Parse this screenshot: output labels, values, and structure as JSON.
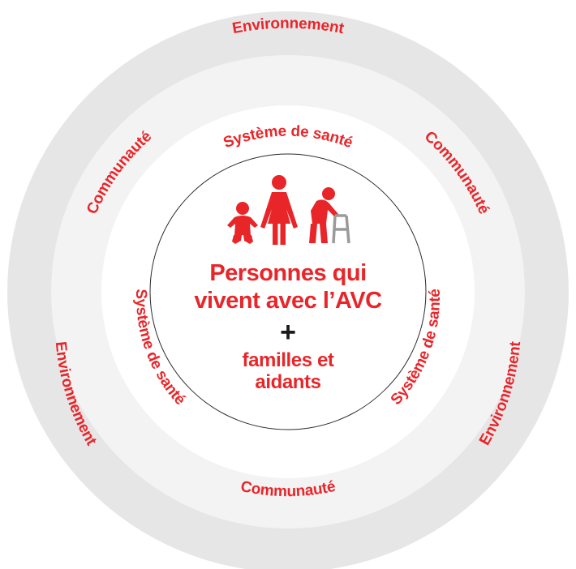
{
  "colors": {
    "accent": "#e8262a",
    "outer_ring": "#e6e6e7",
    "middle_ring": "#f3f3f3",
    "inner_ring": "#ffffff",
    "walker": "#9a9a9a",
    "plus": "#1a1a1a"
  },
  "labels": {
    "environnement": "Environnement",
    "communaute": "Communauté",
    "systeme_sante": "Système de santé"
  },
  "center": {
    "title_line1": "Personnes qui",
    "title_line2": "vivent avec l’AVC",
    "plus": "+",
    "sub_line1": "familles et",
    "sub_line2": "aidants"
  },
  "icons": [
    "baby-icon",
    "woman-icon",
    "elderly-walker-icon"
  ]
}
